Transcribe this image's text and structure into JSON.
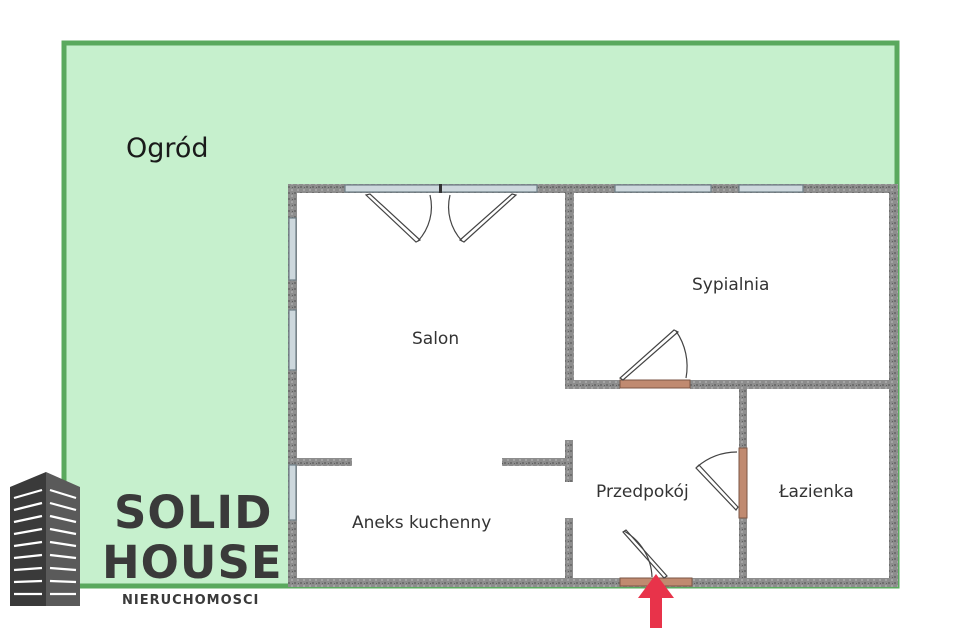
{
  "rooms": {
    "garden": "Ogród",
    "salon": "Salon",
    "bedroom": "Sypialnia",
    "hallway": "Przedpokój",
    "bathroom": "Łazienka",
    "kitchen": "Aneks kuchenny"
  },
  "logo": {
    "line1": "SOLID",
    "line2": "HOUSE",
    "tagline": "NIERUCHOMOSCI"
  },
  "colors": {
    "garden_fill": "#c6f0cd",
    "garden_border": "#5aa95e",
    "wall": "#8a8a8a",
    "window": "#9fb0b8",
    "door_threshold": "#c08a70",
    "entrance_arrow": "#e8334a",
    "logo": "#3a3a3a"
  },
  "icons": {
    "logo_mark": "building-icon",
    "entrance": "arrow-up-icon"
  }
}
